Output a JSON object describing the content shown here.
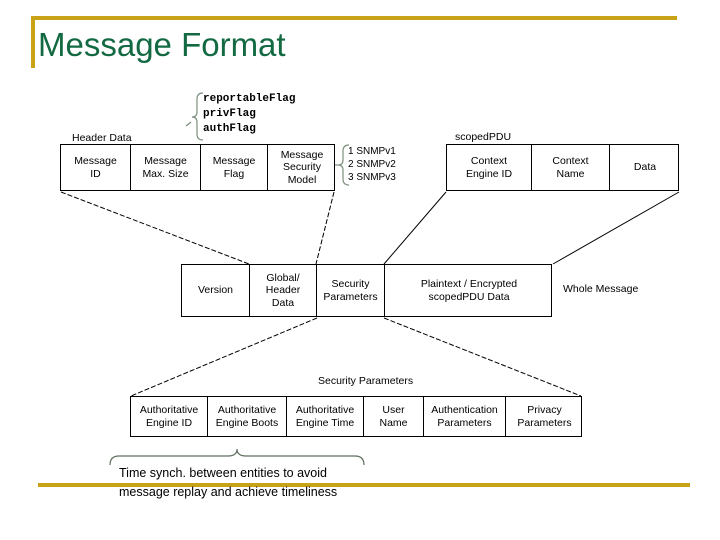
{
  "slide": {
    "title": "Message Format",
    "title_color": "#136a42",
    "accent_color": "#c8a318",
    "background": "#ffffff"
  },
  "annotations": {
    "flags": {
      "brace": "left-curly-brace",
      "lines": [
        "reportableFlag",
        "privFlag",
        "authFlag"
      ],
      "text": "reportableFlag\nprivFlag\nauthFlag"
    },
    "security_models": {
      "brace": "left-curly-brace",
      "items": [
        "1 SNMPv1",
        "2 SNMPv2",
        "3 SNMPv3"
      ],
      "text": "1 SNMPv1\n2 SNMPv2\n3 SNMPv3"
    },
    "time_note": {
      "brace": "top-curly-brace",
      "lines": [
        "Time synch. between entities to avoid",
        "message replay and achieve timeliness"
      ],
      "text": "Time synch. between entities to avoid\nmessage replay and achieve timeliness"
    }
  },
  "captions": {
    "header_data": "Header Data",
    "scoped_pdu": "scopedPDU",
    "whole_message": "Whole Message",
    "security_parameters": "Security Parameters"
  },
  "tables": {
    "header_data": {
      "name": "Header Data",
      "cells": [
        {
          "label": "Message\nID",
          "line1": "Message",
          "line2": "ID",
          "width": 70
        },
        {
          "label": "Message\nMax. Size",
          "line1": "Message",
          "line2": "Max. Size",
          "width": 70
        },
        {
          "label": "Message\nFlag",
          "line1": "Message",
          "line2": "Flag",
          "width": 67
        },
        {
          "label": "Message\nSecurity\nModel",
          "line1": "Message",
          "line2": "Security",
          "line3": "Model",
          "width": 68
        }
      ]
    },
    "scoped_pdu": {
      "name": "scopedPDU",
      "cells": [
        {
          "label": "Context\nEngine ID",
          "line1": "Context",
          "line2": "Engine ID",
          "width": 85
        },
        {
          "label": "Context\nName",
          "line1": "Context",
          "line2": "Name",
          "width": 78
        },
        {
          "label": "Data",
          "line1": "Data",
          "line2": "",
          "width": 70
        }
      ]
    },
    "whole_message": {
      "name": "Whole Message",
      "cells": [
        {
          "label": "Version",
          "line1": "Version",
          "line2": "",
          "width": 68
        },
        {
          "label": "Global/\nHeader\nData",
          "line1": "Global/",
          "line2": "Header",
          "line3": "Data",
          "width": 67
        },
        {
          "label": "Security\nParameters",
          "line1": "Security",
          "line2": "Parameters",
          "width": 68
        },
        {
          "label": "Plaintext / Encrypted\nscopedPDU Data",
          "line1": "Plaintext / Encrypted",
          "line2": "scopedPDU Data",
          "width": 168
        }
      ]
    },
    "security_parameters": {
      "name": "Security Parameters",
      "cells": [
        {
          "label": "Authoritative\nEngine ID",
          "line1": "Authoritative",
          "line2": "Engine ID",
          "width": 77
        },
        {
          "label": "Authoritative\nEngine Boots",
          "line1": "Authoritative",
          "line2": "Engine Boots",
          "width": 79
        },
        {
          "label": "Authoritative\nEngine Time",
          "line1": "Authoritative",
          "line2": "Engine Time",
          "width": 77
        },
        {
          "label": "User\nName",
          "line1": "User",
          "line2": "Name",
          "width": 60
        },
        {
          "label": "Authentication\nParameters",
          "line1": "Authentication",
          "line2": "Parameters",
          "width": 82
        },
        {
          "label": "Privacy\nParameters",
          "line1": "Privacy",
          "line2": "Parameters",
          "width": 77
        }
      ]
    }
  }
}
